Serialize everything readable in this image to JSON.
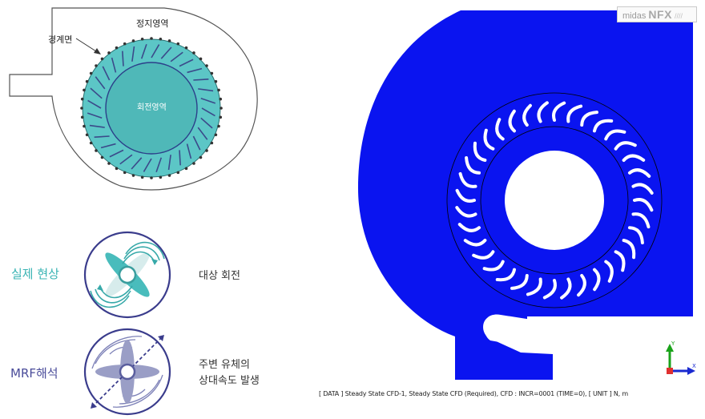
{
  "top_diagram": {
    "stationary_region_label": "정지영역",
    "boundary_label": "경계면",
    "rotating_region_label": "회전영역"
  },
  "actual_phenomenon": {
    "label": "실제 현상",
    "description": "대상 회전"
  },
  "mrf_analysis": {
    "label": "MRF해석",
    "description_line1": "주변 유체의",
    "description_line2": "상대속도 발생"
  },
  "logo": {
    "brand": "midas",
    "product": "NFX"
  },
  "axis_triad": {
    "y_label": "Y",
    "x_label": "X"
  },
  "status_line": "[ DATA ] Steady State CFD-1,  Steady State CFD (Required),  CFD : INCR=0001 (TIME=0),  [ UNIT ]  N,  m",
  "colors": {
    "teal": "#4fc3c3",
    "teal_dark": "#2b8a8a",
    "purple": "#3a3c8c",
    "blue_fill": "#0a14f0",
    "mrf_text": "#4a4c9a"
  }
}
